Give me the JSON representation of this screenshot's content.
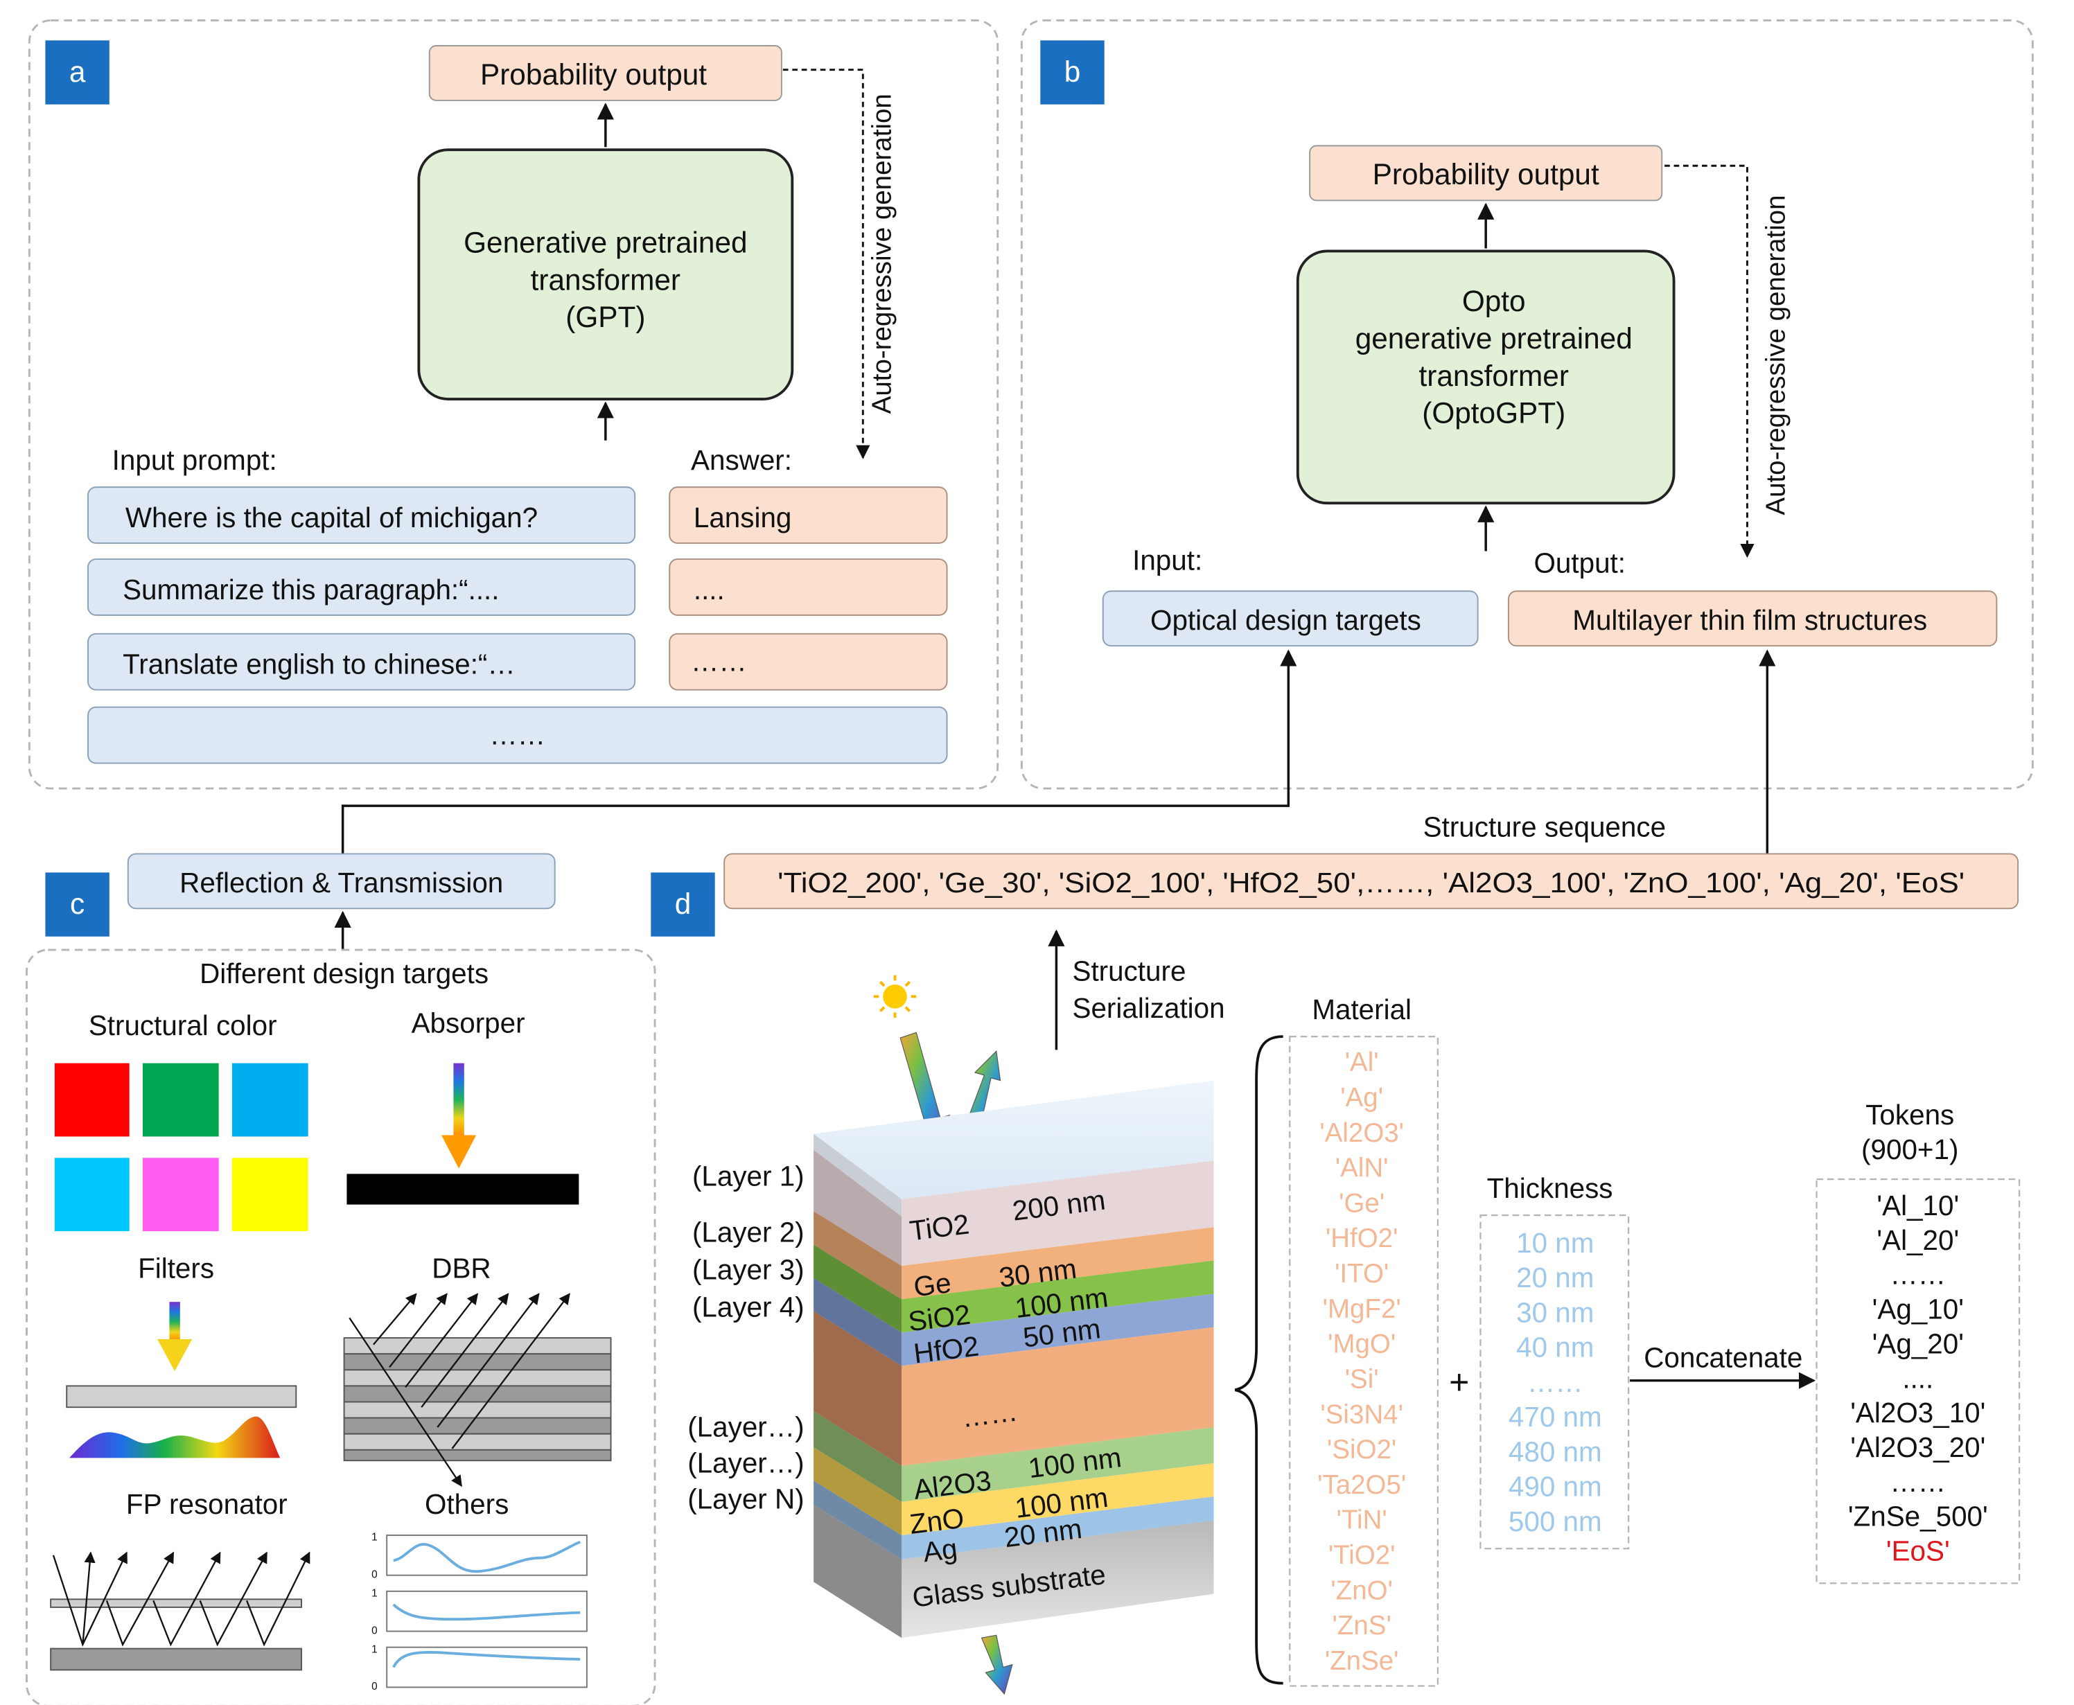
{
  "panel_a": {
    "tag": "a",
    "prob_output": "Probability output",
    "model": [
      "Generative pretrained",
      "transformer",
      "(GPT)"
    ],
    "autoregressive": "Auto-regressive generation",
    "input_label": "Input prompt:",
    "answer_label": "Answer:",
    "prompts": [
      "Where is the capital of michigan?",
      "Summarize this paragraph:“....",
      "Translate english to chinese:“…"
    ],
    "answers": [
      "Lansing",
      "....",
      "……"
    ],
    "more": "……"
  },
  "panel_b": {
    "tag": "b",
    "prob_output": "Probability output",
    "model": [
      "Opto",
      "generative pretrained",
      "transformer",
      "(OptoGPT)"
    ],
    "autoregressive": "Auto-regressive generation",
    "input_label": "Input:",
    "output_label": "Output:",
    "input_box": "Optical design targets",
    "output_box": "Multilayer thin film structures"
  },
  "panel_c": {
    "tag": "c",
    "reflection": "Reflection & Transmission",
    "title": "Different design targets",
    "structural_color": "Structural color",
    "absorber": "Absorper",
    "filters": "Filters",
    "dbr": "DBR",
    "fp": "FP resonator",
    "others": "Others",
    "swatch_colors": [
      "#ff0000",
      "#00a651",
      "#00aeef",
      "#00c8ff",
      "#ff5cf4",
      "#ffff00"
    ],
    "axis_ticks": [
      "1",
      "0"
    ]
  },
  "panel_d": {
    "tag": "d",
    "sequence_title": "Structure sequence",
    "sequence": "'TiO2_200', 'Ge_30', 'SiO2_100', 'HfO2_50',……, 'Al2O3_100', 'ZnO_100', 'Ag_20', 'EoS'",
    "serialization": [
      "Structure",
      "Serialization"
    ],
    "layer_labels": [
      "(Layer 1)",
      "(Layer 2)",
      "(Layer 3)",
      "(Layer 4)",
      "(Layer…)",
      "(Layer…)",
      "(Layer N)"
    ],
    "layers": [
      {
        "material": "TiO2",
        "thickness": "200 nm"
      },
      {
        "material": "Ge",
        "thickness": "30 nm"
      },
      {
        "material": "SiO2",
        "thickness": "100 nm"
      },
      {
        "material": "HfO2",
        "thickness": "50 nm"
      },
      {
        "material": "",
        "thickness": "……"
      },
      {
        "material": "Al2O3",
        "thickness": "100 nm"
      },
      {
        "material": "ZnO",
        "thickness": "100 nm"
      },
      {
        "material": "Ag",
        "thickness": "20 nm"
      }
    ],
    "substrate": "Glass substrate",
    "material_title": "Material",
    "materials": [
      "'Al'",
      "'Ag'",
      "'Al2O3'",
      "'AlN'",
      "'Ge'",
      "'HfO2'",
      "'ITO'",
      "'MgF2'",
      "'MgO'",
      "'Si'",
      "'Si3N4'",
      "'SiO2'",
      "'Ta2O5'",
      "'TiN'",
      "'TiO2'",
      "'ZnO'",
      "'ZnS'",
      "'ZnSe'"
    ],
    "plus": "+",
    "thickness_title": "Thickness",
    "thicknesses": [
      "10 nm",
      "20 nm",
      "30 nm",
      "40 nm",
      "……",
      "470 nm",
      "480 nm",
      "490 nm",
      "500 nm"
    ],
    "concatenate": "Concatenate",
    "tokens_title": [
      "Tokens",
      "(900+1)"
    ],
    "tokens": [
      "'Al_10'",
      "'Al_20'",
      "……",
      "'Ag_10'",
      "'Ag_20'",
      "....",
      "'Al2O3_10'",
      "'Al2O3_20'",
      "……",
      "'ZnSe_500'"
    ],
    "eos": "'EoS'"
  },
  "colors": {
    "blue_tag": "#1a6fc0",
    "box_blue": "#dde8f4",
    "box_peach": "#fbe0cf",
    "model_green": "#e3f0d8",
    "material_text": "#f5b896",
    "thickness_text": "#9ec8ec",
    "eos_red": "#e0161e"
  }
}
